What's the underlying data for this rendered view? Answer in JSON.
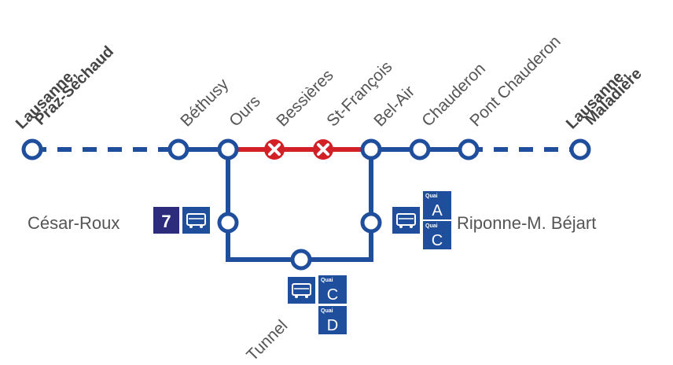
{
  "colors": {
    "line": "#1f4e9c",
    "closed": "#d32027",
    "badge": "#1f4e9c",
    "line_badge": "#2d2c7c",
    "text": "#555555"
  },
  "stations": {
    "praz_sechaud": {
      "line1": "Lausanne,",
      "line2": "Praz-Séchaud"
    },
    "bethusy": "Béthusy",
    "ours": "Ours",
    "bessieres": "Bessières",
    "st_francois": "St-François",
    "bel_air": "Bel-Air",
    "chauderon": "Chauderon",
    "pont_chauderon": "Pont Chauderon",
    "maladiere": {
      "line1": "Lausanne,",
      "line2": "Maladière"
    },
    "cesar_roux": "César-Roux",
    "riponne": "Riponne-M. Béjart",
    "tunnel": "Tunnel"
  },
  "closed_stops": [
    "Bessières",
    "St-François"
  ],
  "badges": {
    "cesar_roux_line": "7",
    "bus_icon": "bus-icon",
    "quai_label": "Quai",
    "riponne_quais": [
      "A",
      "C"
    ],
    "tunnel_quais": [
      "C",
      "D"
    ]
  }
}
